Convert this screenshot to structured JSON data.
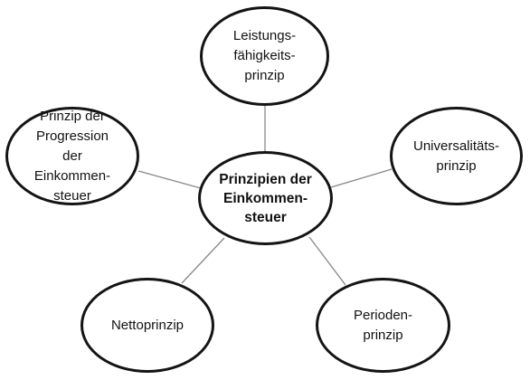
{
  "diagram": {
    "center": {
      "label": "Prinzipien der\nEinkommen-\nsteuer"
    },
    "nodes": {
      "top": {
        "label": "Leistungs-\nfähigkeits-\nprinzip"
      },
      "right": {
        "label": "Universalitäts-\nprinzip"
      },
      "bottom_right": {
        "label": "Perioden-\nprinzip"
      },
      "bottom_left": {
        "label": "Nettoprinzip"
      },
      "left": {
        "label": "Prinzip der\nProgression\nder\nEinkommen-\nsteuer"
      }
    },
    "colors": {
      "ellipse_border": "#141414",
      "connector": "#888888",
      "text": "#111111",
      "background": "#ffffff"
    }
  }
}
